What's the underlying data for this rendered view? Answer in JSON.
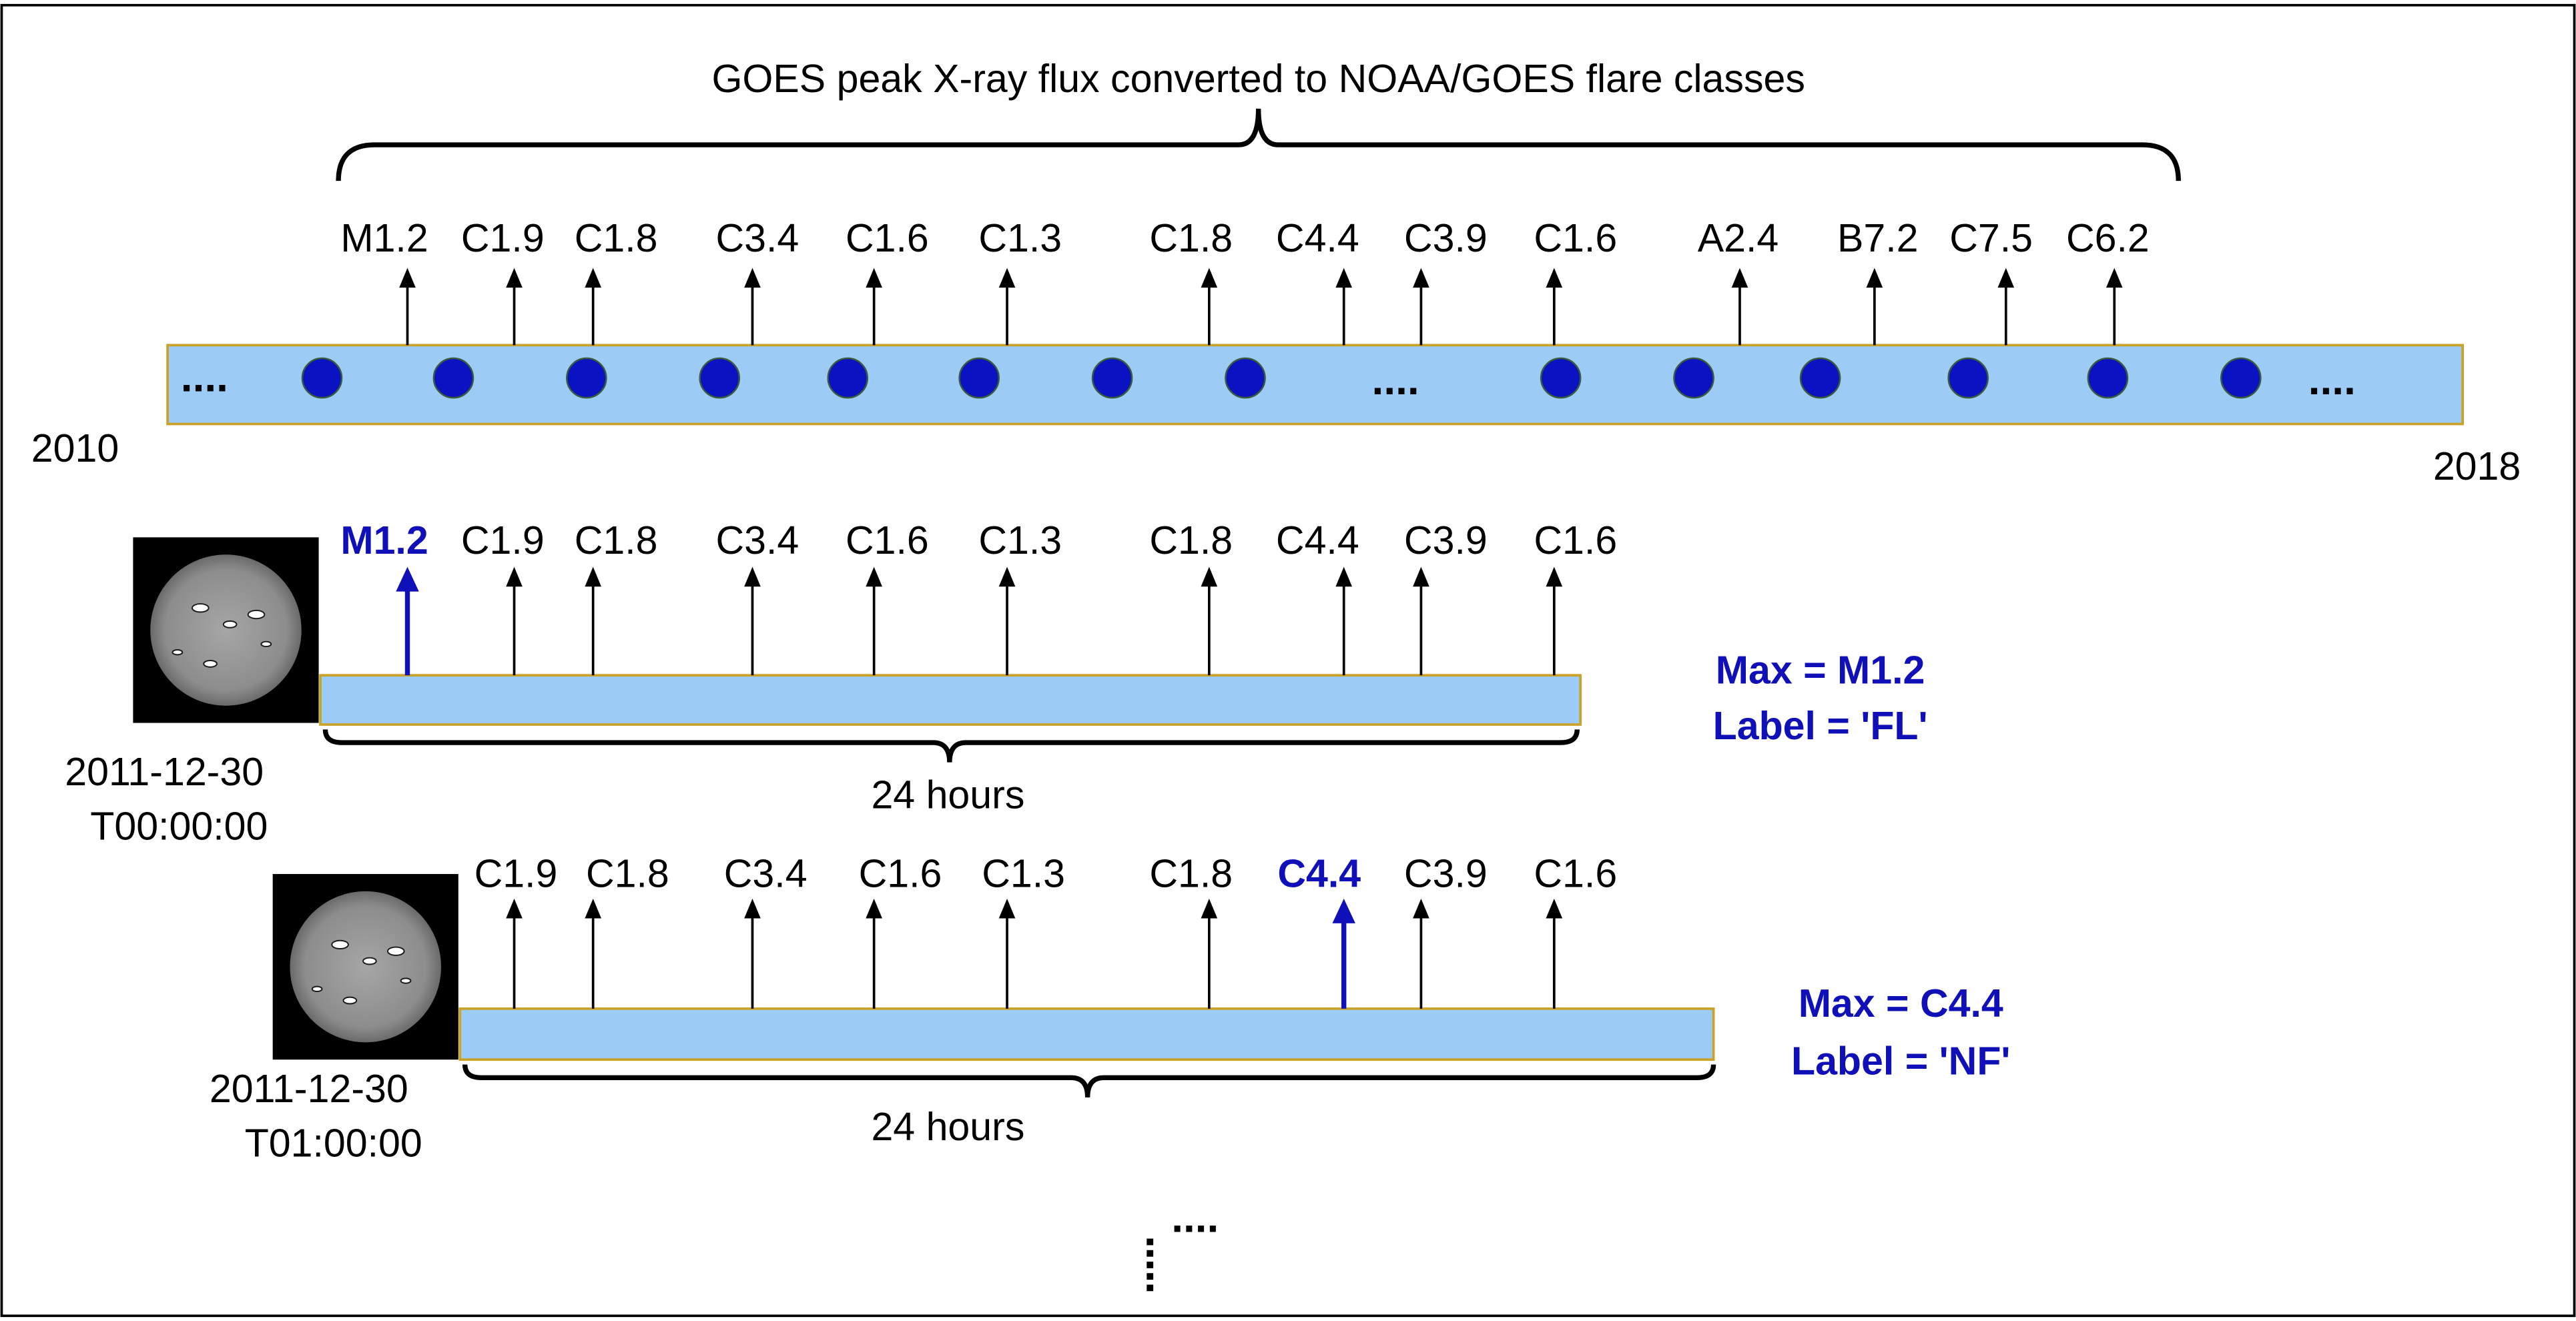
{
  "title": "GOES peak X-ray flux converted to NOAA/GOES flare classes",
  "timeline": {
    "start_year": "2010",
    "end_year": "2018",
    "ellipsis": "....",
    "flare_classes": [
      "M1.2",
      "C1.9",
      "C1.8",
      "C3.4",
      "C1.6",
      "C1.3",
      "C1.8",
      "C4.4",
      "C3.9",
      "C1.6",
      "A2.4",
      "B7.2",
      "C7.5",
      "C6.2"
    ]
  },
  "windows": [
    {
      "date": "2011-12-30",
      "time": "T00:00:00",
      "flare_classes": [
        "M1.2",
        "C1.9",
        "C1.8",
        "C3.4",
        "C1.6",
        "C1.3",
        "C1.8",
        "C4.4",
        "C3.9",
        "C1.6"
      ],
      "max_index": 0,
      "duration": "24 hours",
      "max_text": "Max =  M1.2",
      "label_text": "Label = 'FL'"
    },
    {
      "date": "2011-12-30",
      "time": "T01:00:00",
      "flare_classes": [
        "C1.9",
        "C1.8",
        "C3.4",
        "C1.6",
        "C1.3",
        "C1.8",
        "C4.4",
        "C3.9",
        "C1.6"
      ],
      "max_index": 6,
      "duration": "24 hours",
      "max_text": "Max =  C4.4",
      "label_text": "Label = 'NF'"
    }
  ],
  "continuation": "....",
  "colors": {
    "bar_fill": "#9ccbf6",
    "bar_border": "#c9a227",
    "dot": "#0a12c2",
    "highlight": "#1010b8",
    "text": "#000000"
  }
}
